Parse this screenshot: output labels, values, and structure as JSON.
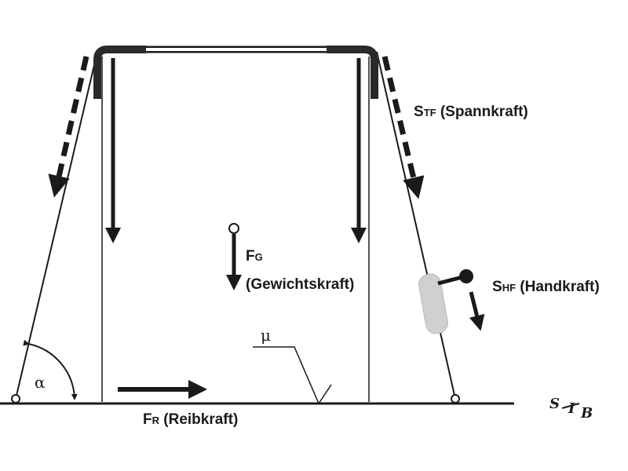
{
  "labels": {
    "tension": {
      "main": "S",
      "sub": "TF",
      "rest": " (Spannkraft)"
    },
    "weight": {
      "main": "F",
      "sub": "G",
      "line2": "(Gewichtskraft)"
    },
    "hand": {
      "main": "S",
      "sub": "HF",
      "rest": " (Handkraft)"
    },
    "friction": {
      "main": "F",
      "sub": "R",
      "rest": " (Reibkraft)"
    },
    "angle": "α",
    "friction_coefficient": "μ"
  },
  "logo": {
    "part1": "S",
    "part2": "I",
    "part3": "B"
  },
  "colors": {
    "ink": "#1a1a1a",
    "frame": "#2a2a2a",
    "handle": "#d0d0d0"
  }
}
